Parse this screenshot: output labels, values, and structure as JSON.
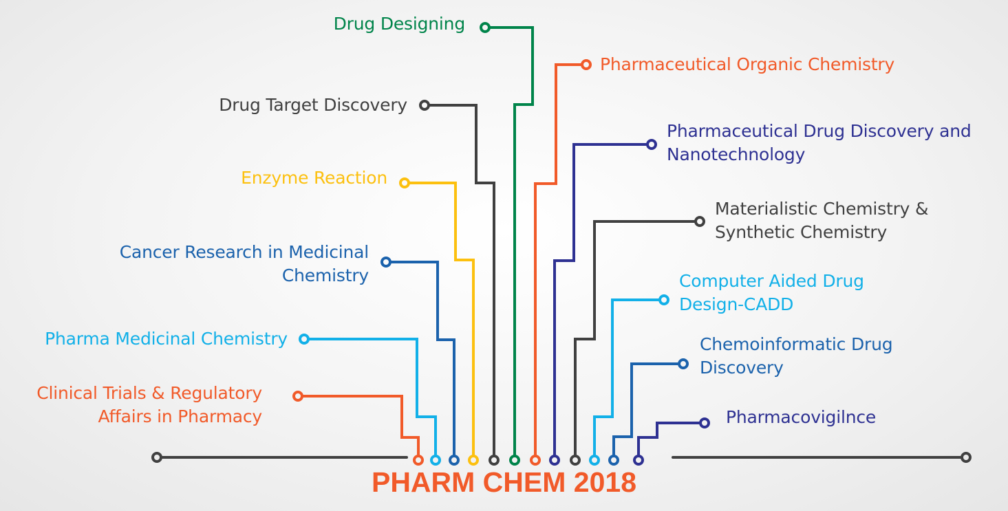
{
  "title": "PHARM CHEM 2018",
  "colors": {
    "green": "#00844a",
    "orange": "#f15a29",
    "navy": "#2e3192",
    "dark": "#404040",
    "yellow": "#fcc00f",
    "blue": "#1b62ac",
    "cyan": "#12b0e8",
    "purple": "#5450a2",
    "baseline": "#404040"
  },
  "topics": [
    {
      "id": "drug-designing",
      "lines": [
        "Drug Designing"
      ],
      "color": "#00844a"
    },
    {
      "id": "pharmaceutical-organic-chemistry",
      "lines": [
        "Pharmaceutical Organic Chemistry"
      ],
      "color": "#f15a29"
    },
    {
      "id": "drug-target-discovery",
      "lines": [
        "Drug Target Discovery"
      ],
      "color": "#404040"
    },
    {
      "id": "pharmaceutical-drug-discovery-nanotechnology",
      "lines": [
        "Pharmaceutical Drug Discovery and",
        "Nanotechnology"
      ],
      "color": "#2e3192"
    },
    {
      "id": "enzyme-reaction",
      "lines": [
        "Enzyme Reaction"
      ],
      "color": "#fcc00f"
    },
    {
      "id": "materialistic-synthetic-chemistry",
      "lines": [
        "Materialistic Chemistry &",
        "Synthetic Chemistry"
      ],
      "color": "#404040"
    },
    {
      "id": "cancer-research-medicinal-chemistry",
      "lines": [
        "Cancer Research in Medicinal",
        "Chemistry"
      ],
      "color": "#1b62ac"
    },
    {
      "id": "computer-aided-drug-design",
      "lines": [
        "Computer Aided Drug",
        "Design-CADD"
      ],
      "color": "#12b0e8"
    },
    {
      "id": "pharma-medicinal-chemistry",
      "lines": [
        "Pharma Medicinal Chemistry"
      ],
      "color": "#12b0e8"
    },
    {
      "id": "chemoinformatic-drug-discovery",
      "lines": [
        "Chemoinformatic Drug",
        "Discovery"
      ],
      "color": "#1b62ac"
    },
    {
      "id": "clinical-trials-regulatory",
      "lines": [
        "Clinical Trials & Regulatory",
        "Affairs in Pharmacy"
      ],
      "color": "#f15a29"
    },
    {
      "id": "pharmacovigilance",
      "lines": [
        "Pharmacovigilnce"
      ],
      "color": "#2e3192"
    }
  ]
}
